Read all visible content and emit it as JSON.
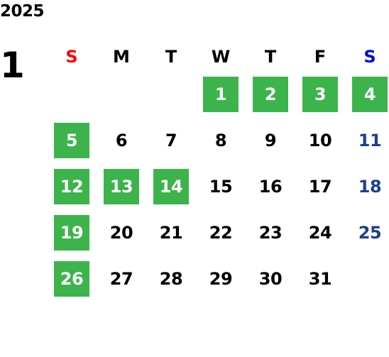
{
  "calendar": {
    "year": "2025",
    "month": "1",
    "weekdays": [
      "S",
      "M",
      "T",
      "W",
      "T",
      "F",
      "S"
    ],
    "first_weekday_index": 3,
    "days": [
      {
        "label": "1",
        "holiday": true
      },
      {
        "label": "2",
        "holiday": true
      },
      {
        "label": "3",
        "holiday": true
      },
      {
        "label": "4",
        "holiday": true
      },
      {
        "label": "5",
        "holiday": true
      },
      {
        "label": "6",
        "holiday": false
      },
      {
        "label": "7",
        "holiday": false
      },
      {
        "label": "8",
        "holiday": false
      },
      {
        "label": "9",
        "holiday": false
      },
      {
        "label": "10",
        "holiday": false
      },
      {
        "label": "11",
        "holiday": false
      },
      {
        "label": "12",
        "holiday": true
      },
      {
        "label": "13",
        "holiday": true
      },
      {
        "label": "14",
        "holiday": true
      },
      {
        "label": "15",
        "holiday": false
      },
      {
        "label": "16",
        "holiday": false
      },
      {
        "label": "17",
        "holiday": false
      },
      {
        "label": "18",
        "holiday": false
      },
      {
        "label": "19",
        "holiday": true
      },
      {
        "label": "20",
        "holiday": false
      },
      {
        "label": "21",
        "holiday": false
      },
      {
        "label": "22",
        "holiday": false
      },
      {
        "label": "23",
        "holiday": false
      },
      {
        "label": "24",
        "holiday": false
      },
      {
        "label": "25",
        "holiday": false
      },
      {
        "label": "26",
        "holiday": true
      },
      {
        "label": "27",
        "holiday": false
      },
      {
        "label": "28",
        "holiday": false
      },
      {
        "label": "29",
        "holiday": false
      },
      {
        "label": "30",
        "holiday": false
      },
      {
        "label": "31",
        "holiday": false
      }
    ]
  },
  "colors": {
    "holiday_bg": "#3cb44b",
    "holiday_text": "#ffffff",
    "sunday_header": "#ff0000",
    "saturday_header": "#0000dd",
    "saturday_date": "#1f3f8f",
    "text": "#000000"
  }
}
